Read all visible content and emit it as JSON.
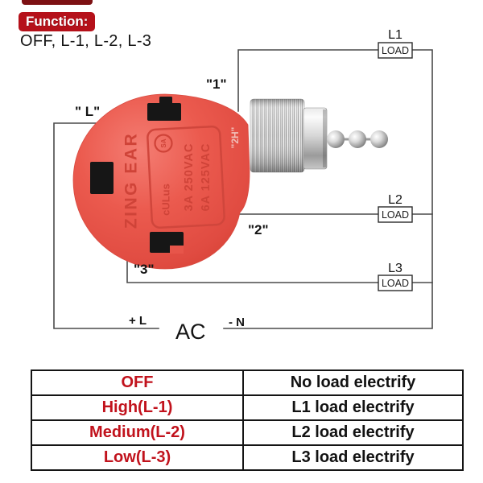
{
  "header": {
    "badge": "Function:",
    "modes": "OFF, L-1, L-2, L-3"
  },
  "diagram": {
    "labels": {
      "terminal_l": "\" L\"",
      "terminal_1": "\"1\"",
      "terminal_2": "\"2\"",
      "terminal_3": "\"3\"",
      "live": "+ L",
      "neutral": "- N",
      "source": "AC"
    },
    "loads": [
      {
        "name": "L1",
        "label": "LOAD"
      },
      {
        "name": "L2",
        "label": "LOAD"
      },
      {
        "name": "L3",
        "label": "LOAD"
      }
    ],
    "switch": {
      "brand": "ZING EAR",
      "rating_1": "3A 250VAC",
      "rating_2": "6A 125VAC",
      "cert_csa": "SA",
      "cert_ul": "cULus",
      "marking": "\"2H\""
    }
  },
  "table": {
    "rows": [
      {
        "mode": "OFF",
        "effect": "No load electrify"
      },
      {
        "mode": "High(L-1)",
        "effect": "L1 load electrify"
      },
      {
        "mode": "Medium(L-2)",
        "effect": "L2 load electrify"
      },
      {
        "mode": "Low(L-3)",
        "effect": "L3 load electrify"
      }
    ]
  },
  "colors": {
    "badge_red": "#b5111a",
    "table_red": "#c1121c",
    "switch_red": "#ea584c",
    "wire_gray": "#4a4a4a"
  }
}
